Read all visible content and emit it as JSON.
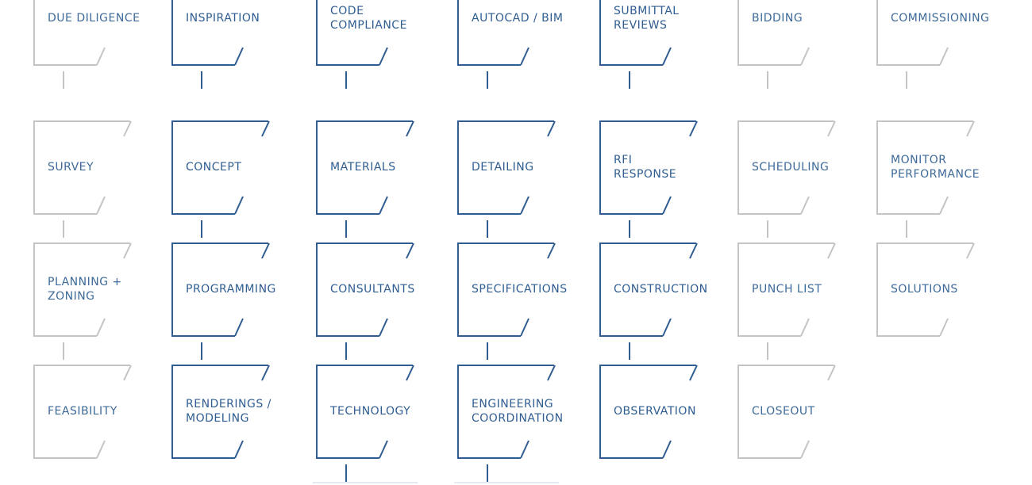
{
  "colors": {
    "active": "#2f5d91",
    "inactive": "#c4c4c4",
    "text_active": "#2f5d91",
    "text_inactive": "#3e6a99"
  },
  "columns": [
    {
      "id": "predesign",
      "active": false,
      "cards": [
        "DUE DILIGENCE",
        "SURVEY",
        "PLANNING +\nZONING",
        "FEASIBILITY"
      ]
    },
    {
      "id": "design",
      "active": true,
      "cards": [
        "INSPIRATION",
        "CONCEPT",
        "PROGRAMMING",
        "RENDERINGS /\nMODELING"
      ]
    },
    {
      "id": "development",
      "active": true,
      "cards": [
        "CODE\nCOMPLIANCE",
        "MATERIALS",
        "CONSULTANTS",
        "TECHNOLOGY"
      ]
    },
    {
      "id": "documents",
      "active": true,
      "cards": [
        "AUTOCAD / BIM",
        "DETAILING",
        "SPECIFICATIONS",
        "ENGINEERING\nCOORDINATION"
      ]
    },
    {
      "id": "administration",
      "active": true,
      "cards": [
        "SUBMITTAL\nREVIEWS",
        "RFI\nRESPONSE",
        "CONSTRUCTION",
        "OBSERVATION"
      ]
    },
    {
      "id": "procurement",
      "active": false,
      "cards": [
        "BIDDING",
        "SCHEDULING",
        "PUNCH LIST",
        "CLOSEOUT"
      ]
    },
    {
      "id": "post-occupancy",
      "active": false,
      "cards": [
        "COMMISSIONING",
        "MONITOR\nPERFORMANCE",
        "SOLUTIONS"
      ]
    }
  ]
}
